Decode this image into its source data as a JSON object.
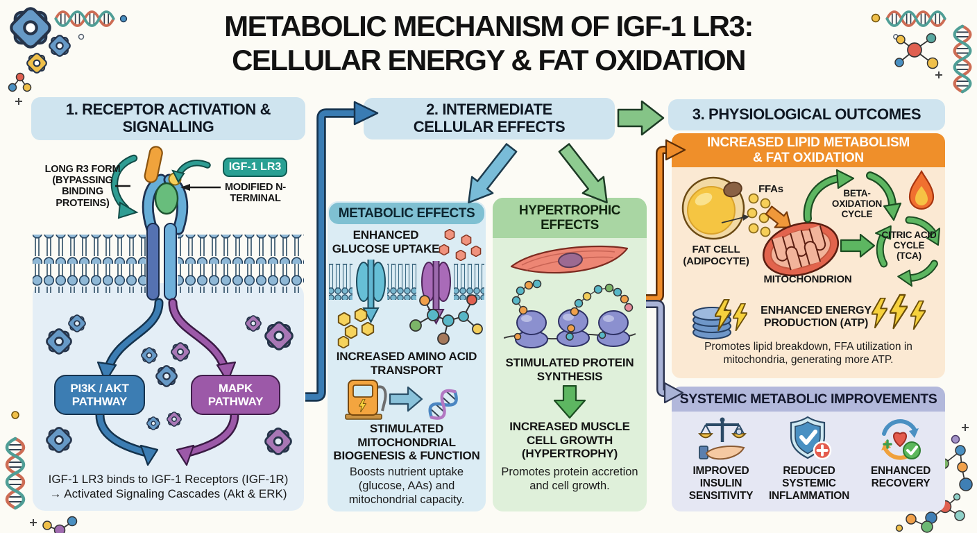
{
  "title": {
    "line1": "METABOLIC MECHANISM OF IGF-1 LR3:",
    "line2": "CELLULAR ENERGY & FAT OXIDATION"
  },
  "section1": {
    "header": "1. RECEPTOR ACTIVATION & SIGNALLING",
    "label_long_r3": "LONG R3 FORM (BYPASSING BINDING PROTEINS)",
    "badge": "IGF-1 LR3",
    "label_modified_n_terminal": "MODIFIED N-TERMINAL",
    "pathway_pi3k": "PI3K / AKT PATHWAY",
    "pathway_mapk": "MAPK PATHWAY",
    "caption_line1": "IGF-1 LR3 binds to IGF-1 Receptors (IGF-1R)",
    "caption_line2": "→ Activated Signaling Cascades (Akt & ERK)"
  },
  "section2": {
    "header": "2. INTERMEDIATE CELLULAR EFFECTS",
    "metabolic": {
      "header": "METABOLIC EFFECTS",
      "item1": "ENHANCED GLUCOSE UPTAKE",
      "item2": "INCREASED AMINO ACID TRANSPORT",
      "item3": "STIMULATED MITOCHONDRIAL BIOGENESIS & FUNCTION",
      "caption": "Boosts nutrient uptake (glucose, AAs) and mitochondrial capacity."
    },
    "hypertrophic": {
      "header": "HYPERTROPHIC EFFECTS",
      "item1": "STIMULATED PROTEIN SYNTHESIS",
      "item2": "INCREASED MUSCLE CELL GROWTH (HYPERTROPHY)",
      "caption": "Promotes protein accretion and cell growth."
    }
  },
  "section3": {
    "header": "3. PHYSIOLOGICAL OUTCOMES",
    "lipid": {
      "header": "INCREASED LIPID METABOLISM & FAT OXIDATION",
      "ffas": "FFAs",
      "fat_cell": "FAT CELL (ADIPOCYTE)",
      "mitochondrion": "MITOCHONDRION",
      "beta_oxidation": "BETA-OXIDATION CYCLE",
      "tca": "CITRIC ACID CYCLE (TCA)",
      "atp": "ENHANCED ENERGY PRODUCTION (ATP)",
      "caption": "Promotes lipid breakdown, FFA utilization in mitochondria, generating more ATP."
    },
    "systemic": {
      "header": "SYSTEMIC METABOLIC IMPROVEMENTS",
      "item1": "IMPROVED INSULIN SENSITIVITY",
      "item2": "REDUCED SYSTEMIC INFLAMMATION",
      "item3": "ENHANCED RECOVERY"
    }
  }
}
